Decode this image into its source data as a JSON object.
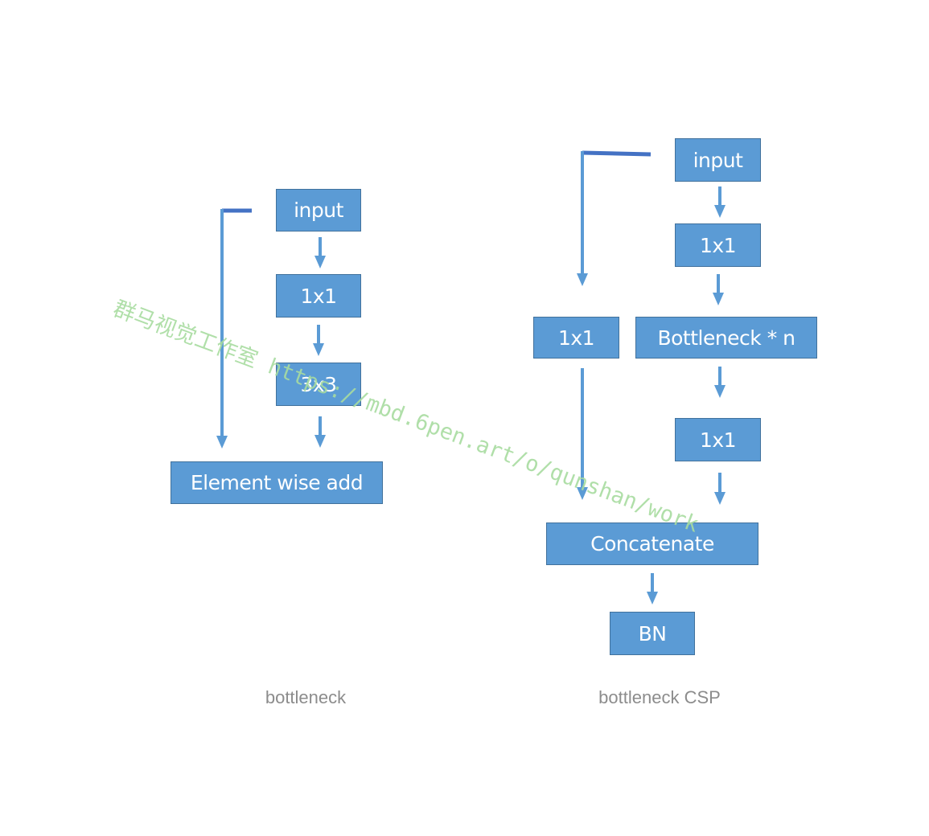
{
  "colors": {
    "box_fill": "#5b9bd5",
    "box_border": "#41719c",
    "arrow": "#5b9bd5",
    "skip_line": "#4472c4",
    "caption": "#8c8c8c",
    "watermark": "#a8dca0"
  },
  "bottleneck": {
    "caption": "bottleneck",
    "input": "input",
    "conv1": "1x1",
    "conv3": "3x3",
    "add": "Element wise add"
  },
  "csp": {
    "caption": "bottleneck CSP",
    "input": "input",
    "conv1_main": "1x1",
    "bottleneck": "Bottleneck * n",
    "conv1_after": "1x1",
    "conv1_side": "1x1",
    "concat": "Concatenate",
    "bn": "BN"
  },
  "watermark": "群马视觉工作室 https://mbd.6pen.art/o/qunshan/work"
}
